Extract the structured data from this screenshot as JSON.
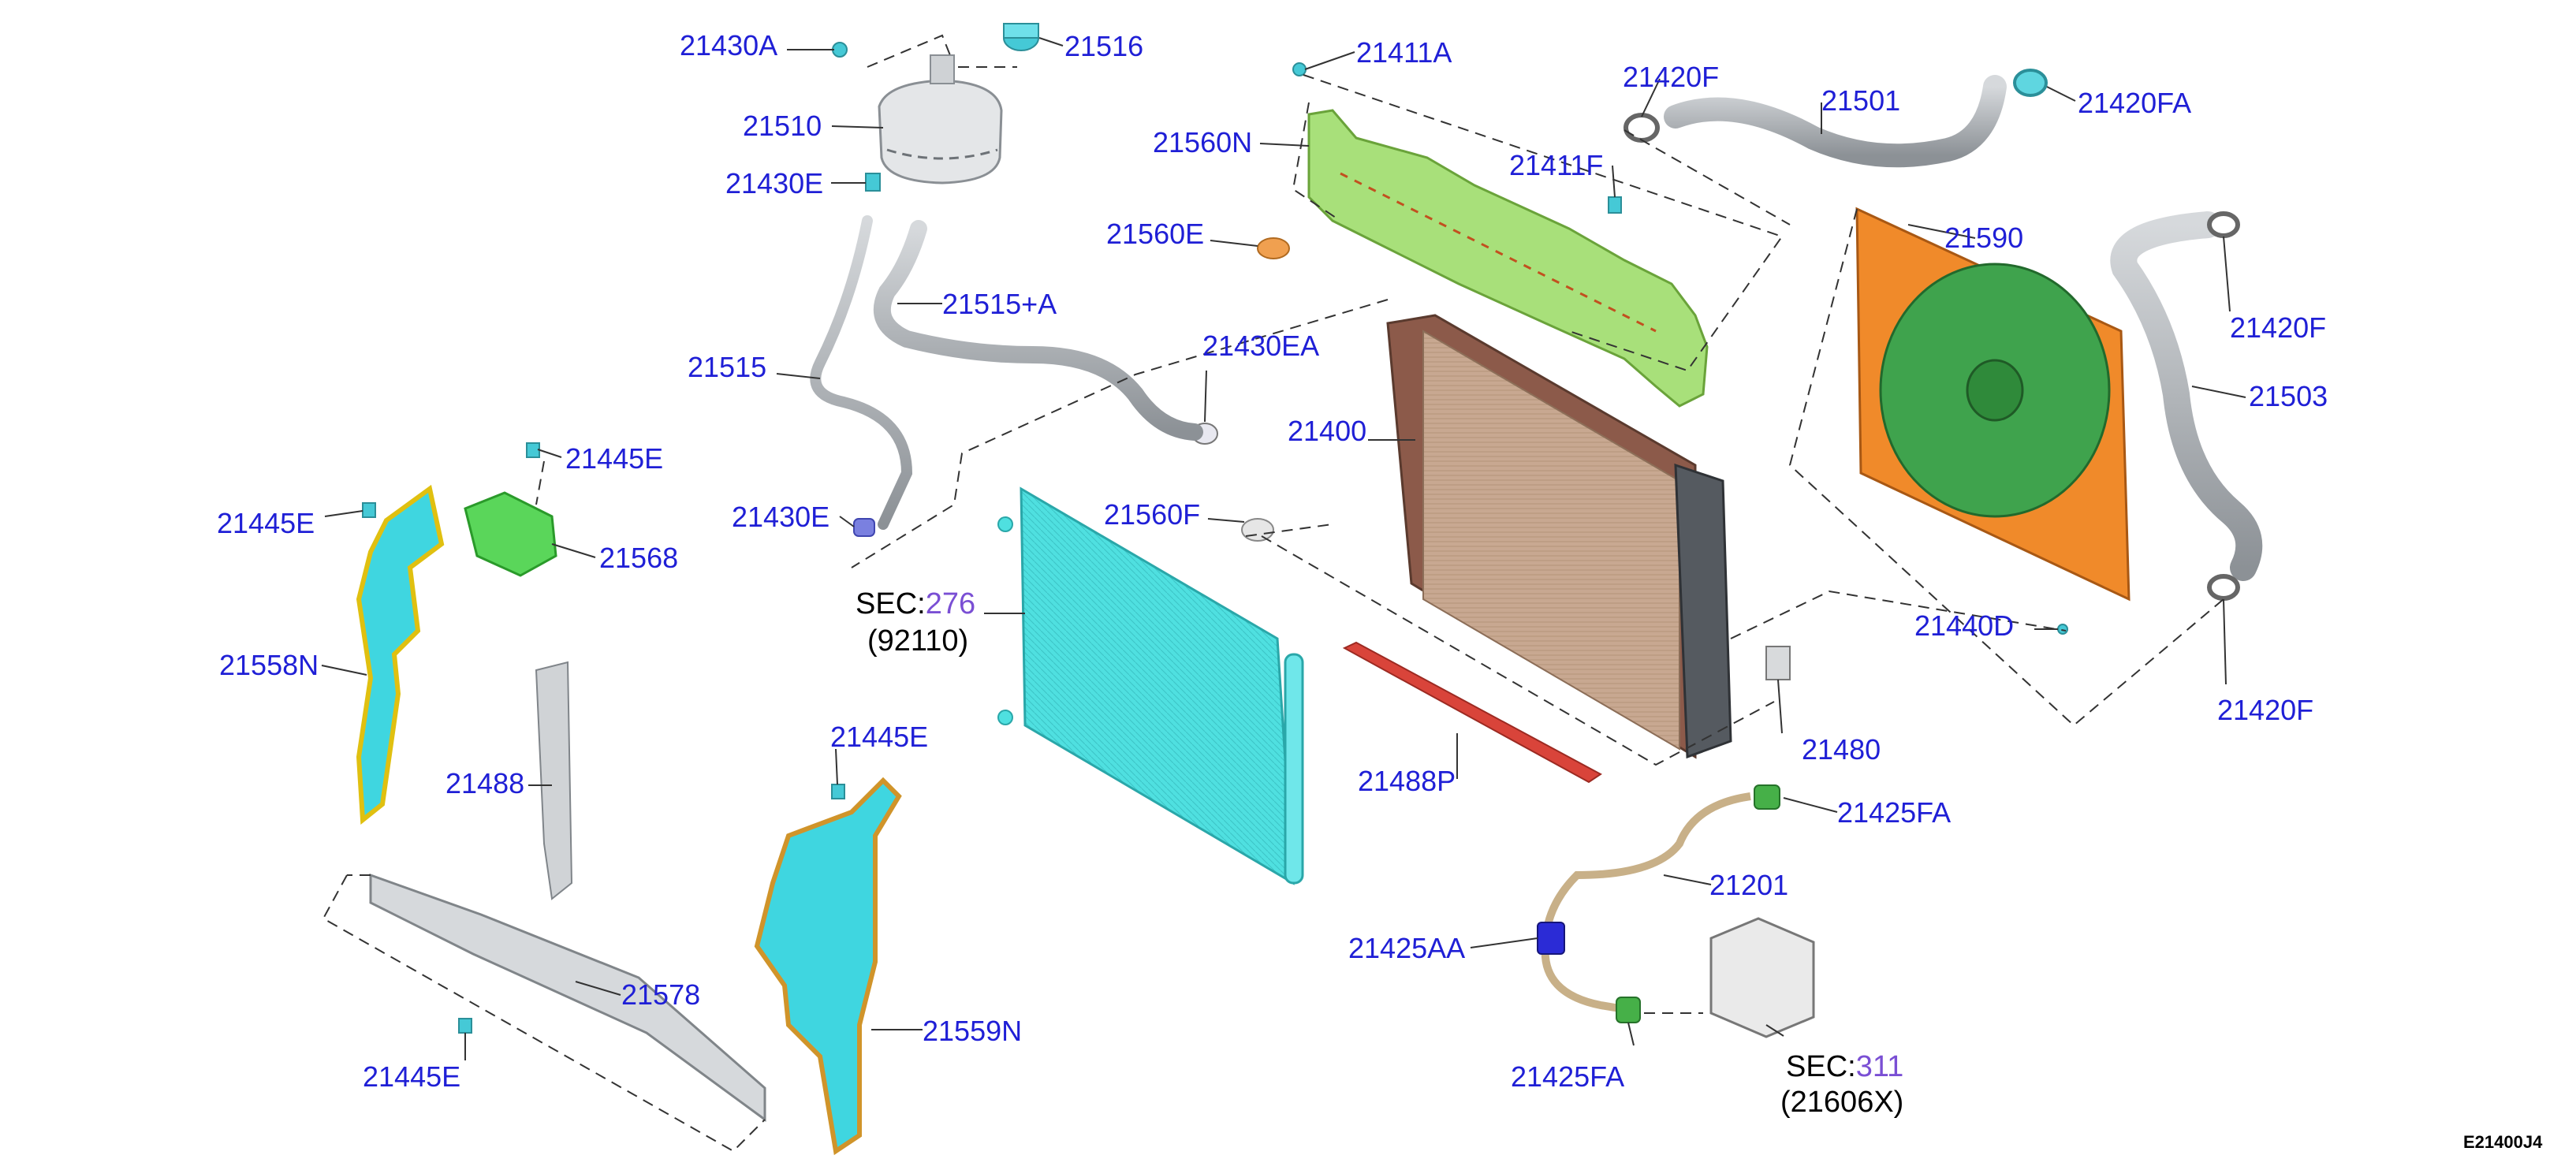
{
  "diagram": {
    "figure_id": "E21400J4",
    "parts": {
      "p21430A": "21430A",
      "p21516": "21516",
      "p21411A": "21411A",
      "p21420F_top": "21420F",
      "p21501": "21501",
      "p21420FA": "21420FA",
      "p21510": "21510",
      "p21560N": "21560N",
      "p21411F": "21411F",
      "p21430E_top": "21430E",
      "p21560E": "21560E",
      "p21590": "21590",
      "p21515A": "21515+A",
      "p21420F_right": "21420F",
      "p21430EA": "21430EA",
      "p21515": "21515",
      "p21503": "21503",
      "p21400": "21400",
      "p21445E_a": "21445E",
      "p21445E_b": "21445E",
      "p21568": "21568",
      "p21430E_bottom": "21430E",
      "p21560F": "21560F",
      "p21440D": "21440D",
      "p21558N": "21558N",
      "p21480": "21480",
      "p21420F_bottom": "21420F",
      "p21445E_c": "21445E",
      "p21488": "21488",
      "p21488P": "21488P",
      "p21425FA_top": "21425FA",
      "p21201": "21201",
      "p21425AA": "21425AA",
      "p21578": "21578",
      "p21559N": "21559N",
      "p21445E_d": "21445E",
      "p21425FA_bottom": "21425FA"
    },
    "sec_refs": [
      {
        "prefix": "SEC:",
        "number": "276",
        "part": "(92110)"
      },
      {
        "prefix": "SEC:",
        "number": "311",
        "part": "(21606X)"
      }
    ],
    "colors": {
      "label": "#1f1fd6",
      "sec_number": "#7a4fd4",
      "condenser": "#4fe0e0",
      "radiator_core": "#c8a891",
      "fan_shroud": "#f08a2a",
      "fan_blade": "#3fa34d",
      "upper_support": "#a8e07a",
      "seal_strip": "#d9443a",
      "air_guide": "#3fd6e0",
      "hose": "#a8adb3"
    }
  }
}
